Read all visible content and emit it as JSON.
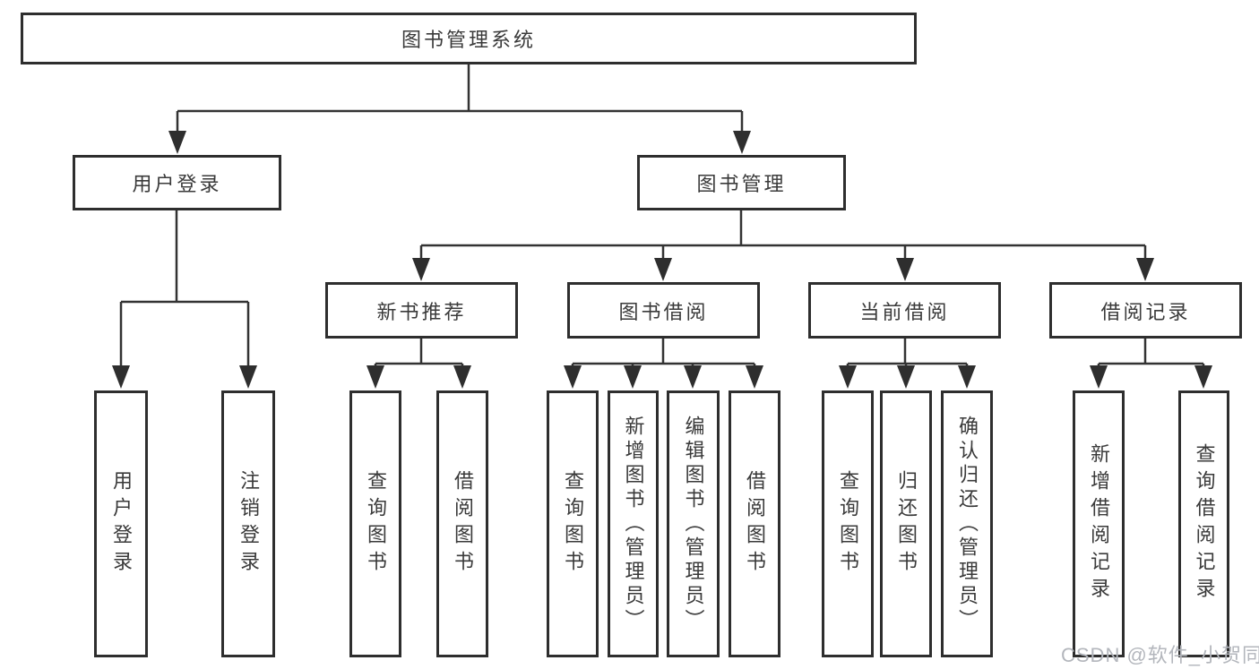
{
  "page": {
    "background_color": "#ffffff",
    "line_color": "#333333",
    "box_border_color": "#2e2e2e",
    "text_color": "#3a3a3a"
  },
  "diagram": {
    "type": "tree-structure-chart",
    "root": {
      "label": "图书管理系统"
    },
    "branches": [
      {
        "label": "用户登录",
        "children": [
          {
            "label": "用户登录"
          },
          {
            "label": "注销登录"
          }
        ]
      },
      {
        "label": "图书管理",
        "children": [
          {
            "label": "新书推荐",
            "children": [
              {
                "label": "查询图书"
              },
              {
                "label": "借阅图书"
              }
            ]
          },
          {
            "label": "图书借阅",
            "children": [
              {
                "label": "查询图书"
              },
              {
                "label": "新增图书（管理员）"
              },
              {
                "label": "编辑图书（管理员）"
              },
              {
                "label": "借阅图书"
              }
            ]
          },
          {
            "label": "当前借阅",
            "children": [
              {
                "label": "查询图书"
              },
              {
                "label": "归还图书"
              },
              {
                "label": "确认归还（管理员）"
              }
            ]
          },
          {
            "label": "借阅记录",
            "children": [
              {
                "label": "新增借阅记录"
              },
              {
                "label": "查询借阅记录"
              }
            ]
          }
        ]
      }
    ]
  },
  "watermark": {
    "text": "CSDN @软件_小贺同学",
    "color": "#b3b6bc"
  }
}
